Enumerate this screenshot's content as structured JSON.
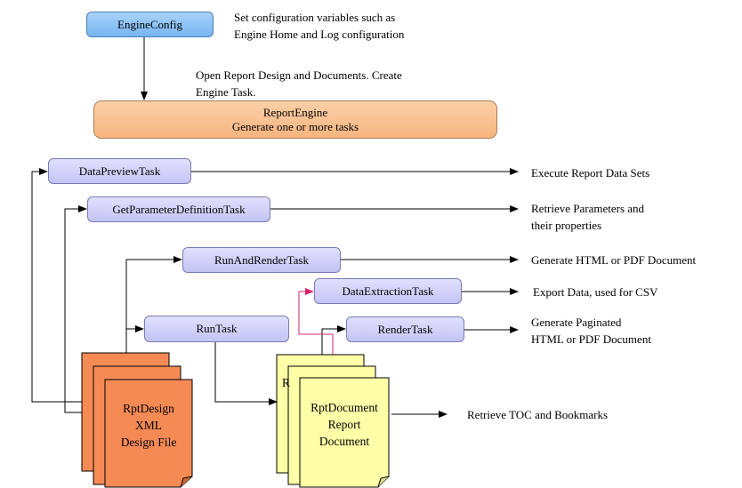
{
  "nodes": {
    "engine_config": "EngineConfig",
    "report_engine": {
      "line1": "ReportEngine",
      "line2": "Generate one or more tasks"
    },
    "data_preview_task": "DataPreviewTask",
    "get_parameter_definition_task": "GetParameterDefinitionTask",
    "run_and_render_task": "RunAndRenderTask",
    "data_extraction_task": "DataExtractionTask",
    "run_task": "RunTask",
    "render_task": "RenderTask"
  },
  "documents": {
    "rptdesign": {
      "line1": "RptDesign",
      "line2": "XML",
      "line3": "Design File"
    },
    "rptdocument": {
      "line1": "RptDocument",
      "line2": "Report",
      "line3": "Document",
      "back_letter": "R"
    }
  },
  "notes": {
    "engine_config": [
      "Set configuration variables such as",
      "Engine Home and Log configuration"
    ],
    "open_report": [
      "Open Report Design and Documents. Create",
      "Engine Task."
    ],
    "data_preview": "Execute Report Data Sets",
    "get_parameters": [
      "Retrieve Parameters and",
      "their properties"
    ],
    "run_and_render": "Generate HTML or PDF Document",
    "data_extraction": "Export Data, used for CSV",
    "render": [
      "Generate Paginated",
      "HTML or PDF Document"
    ],
    "toc": "Retrieve TOC and Bookmarks"
  },
  "colors": {
    "config_fill": "#8ec4f5",
    "engine_fill": "#f9c192",
    "task_fill": "#d2d2fa",
    "design_doc_fill": "#f58a55",
    "report_doc_fill": "#ffffa8",
    "accent_connector": "#d6246b"
  }
}
